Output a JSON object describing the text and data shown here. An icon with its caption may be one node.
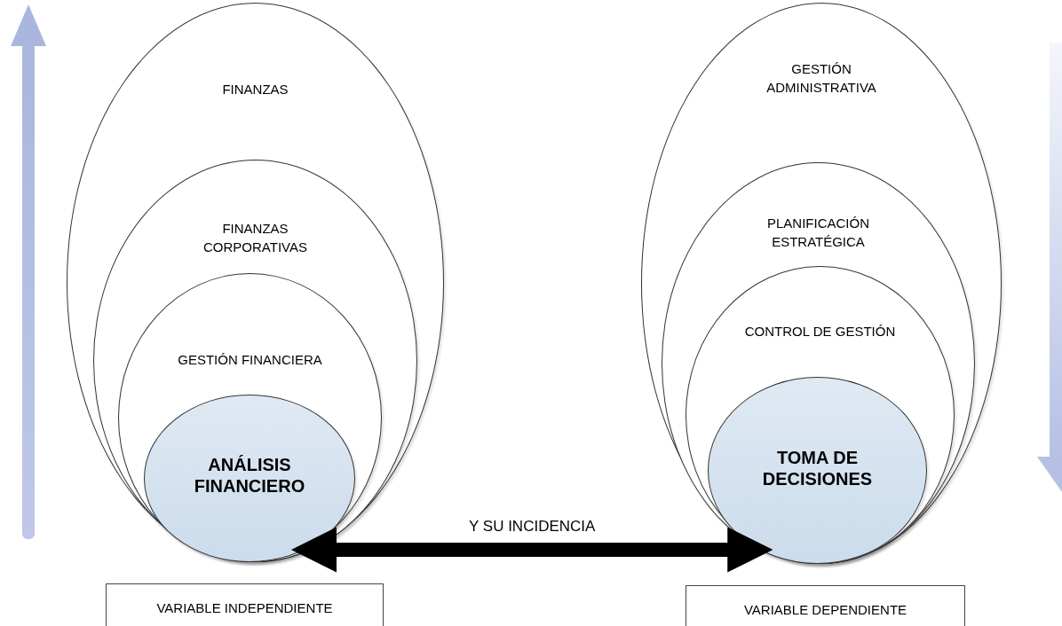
{
  "diagram": {
    "nodes": [
      {
        "text": [
          "FINANZAS"
        ]
      },
      {
        "text": [
          "FINANZAS CORPORATIVAS"
        ],
        "in": 0
      },
      {
        "text": [
          "GESTIÓN FINANCIERA"
        ],
        "in": 1
      },
      {
        "text": [
          "ANÁLISIS FINANCIERO"
        ],
        "in": 2
      },
      {
        "text": [
          "GESTIÓN ADMINISTRATIVA"
        ]
      },
      {
        "text": [
          "PLANIFICACIÓN ESTRATÉGICA"
        ],
        "in": 4
      },
      {
        "text": [
          "CONTROL DE GESTIÓN"
        ],
        "in": 5
      },
      {
        "text": [
          "TOMA DE DECISIONES"
        ],
        "in": 6
      },
      {
        "text": [
          "VARIABLE INDEPENDIENTE"
        ]
      },
      {
        "text": [
          "VARIABLE DEPENDIENTE"
        ]
      }
    ],
    "edges": [
      {
        "from": 3,
        "to": 7,
        "arrow": "both",
        "label": "Y SU INCIDENCIA"
      }
    ]
  }
}
